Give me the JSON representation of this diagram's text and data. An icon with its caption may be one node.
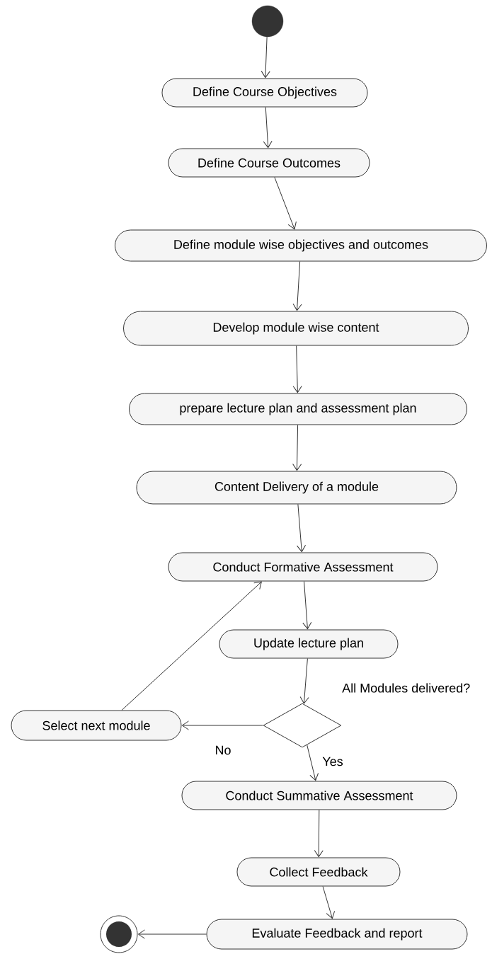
{
  "diagram": {
    "nodes": [
      {
        "text": [],
        "shape": "circle"
      },
      {
        "text": [
          "Define Course Objectives"
        ]
      },
      {
        "text": [
          "Define Course Outcomes"
        ]
      },
      {
        "text": [
          "Define module wise objectives and outcomes"
        ]
      },
      {
        "text": [
          "Develop module wise content"
        ]
      },
      {
        "text": [
          "prepare lecture plan and assessment plan"
        ]
      },
      {
        "text": [
          "Content Delivery of a module"
        ]
      },
      {
        "text": [
          "Conduct Formative Assessment"
        ]
      },
      {
        "text": [
          "Update lecture plan"
        ]
      },
      {
        "text": [],
        "shape": "diamond",
        "beside": [
          "All Modules delivered?"
        ]
      },
      {
        "text": [
          "Select next module"
        ]
      },
      {
        "text": [
          "Conduct Summative Assessment"
        ]
      },
      {
        "text": [
          "Collect Feedback"
        ]
      },
      {
        "text": [
          "Evaluate Feedback and report"
        ]
      },
      {
        "text": [],
        "shape": "bullseye"
      }
    ],
    "edges": [
      {
        "from": 0,
        "to": 1,
        "arrow": "to"
      },
      {
        "from": 1,
        "to": 2,
        "arrow": "to"
      },
      {
        "from": 2,
        "to": 3,
        "arrow": "to"
      },
      {
        "from": 3,
        "to": 4,
        "arrow": "to"
      },
      {
        "from": 4,
        "to": 5,
        "arrow": "to"
      },
      {
        "from": 5,
        "to": 6,
        "arrow": "to"
      },
      {
        "from": 6,
        "to": 7,
        "arrow": "to"
      },
      {
        "from": 7,
        "to": 8,
        "arrow": "to"
      },
      {
        "from": 8,
        "to": 9,
        "arrow": "to"
      },
      {
        "from": 9,
        "to": 10,
        "arrow": "to",
        "label": "No"
      },
      {
        "from": 9,
        "to": 11,
        "arrow": "to",
        "label": "Yes"
      },
      {
        "from": 10,
        "to": 7,
        "arrow": "to"
      },
      {
        "from": 11,
        "to": 12,
        "arrow": "to"
      },
      {
        "from": 12,
        "to": 13,
        "arrow": "to"
      },
      {
        "from": 13,
        "to": 14,
        "arrow": "to"
      }
    ]
  }
}
